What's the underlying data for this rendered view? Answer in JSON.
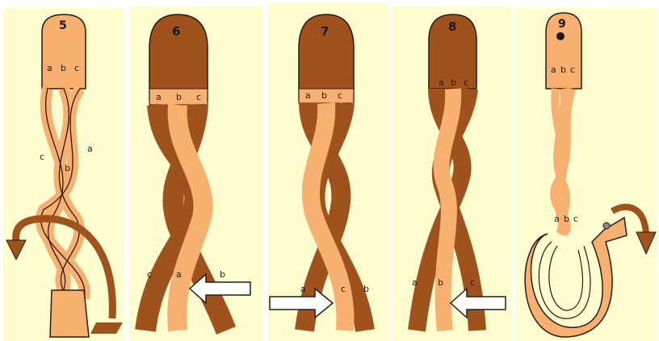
{
  "colors": {
    "background": "#FFFDD0",
    "light_leather": "#F8B070",
    "dark_leather": "#A0521C",
    "outline": "#2a1a10"
  },
  "panels": [
    {
      "step": "5",
      "top_labels": [
        "a",
        "b",
        "c"
      ],
      "mid_labels": [
        "c",
        "b",
        "a"
      ],
      "arrow": "curved-arrow-down-left"
    },
    {
      "step": "6",
      "top_labels": [
        "a",
        "b",
        "c"
      ],
      "bottom_labels": [
        "c",
        "a",
        "b"
      ],
      "arrow": "arrow-left"
    },
    {
      "step": "7",
      "top_labels": [
        "a",
        "b",
        "c"
      ],
      "bottom_labels": [
        "a",
        "c",
        "b"
      ],
      "arrow": "arrow-right"
    },
    {
      "step": "8",
      "top_labels": [
        "a",
        "b",
        "c"
      ],
      "bottom_labels": [
        "a",
        "b",
        "c"
      ],
      "arrow": "arrow-left"
    },
    {
      "step": "9",
      "top_labels": [
        "a",
        "b",
        "c"
      ],
      "mid_labels": [
        "a",
        "b",
        "c"
      ],
      "arrow": "curved-arrow-down"
    }
  ]
}
